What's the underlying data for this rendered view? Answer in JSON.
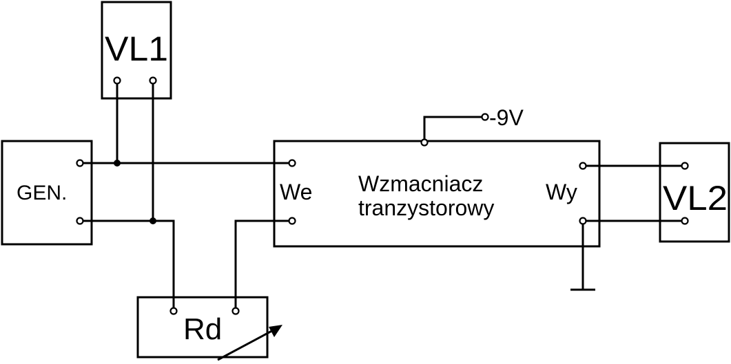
{
  "blocks": {
    "vl1": "VL1",
    "vl2": "VL2",
    "gen": "GEN.",
    "rd": "Rd",
    "amp_line1": "Wzmacniacz",
    "amp_line2": "tranzystorowy",
    "amp_in": "We",
    "amp_out": "Wy"
  },
  "supply": "-9V"
}
